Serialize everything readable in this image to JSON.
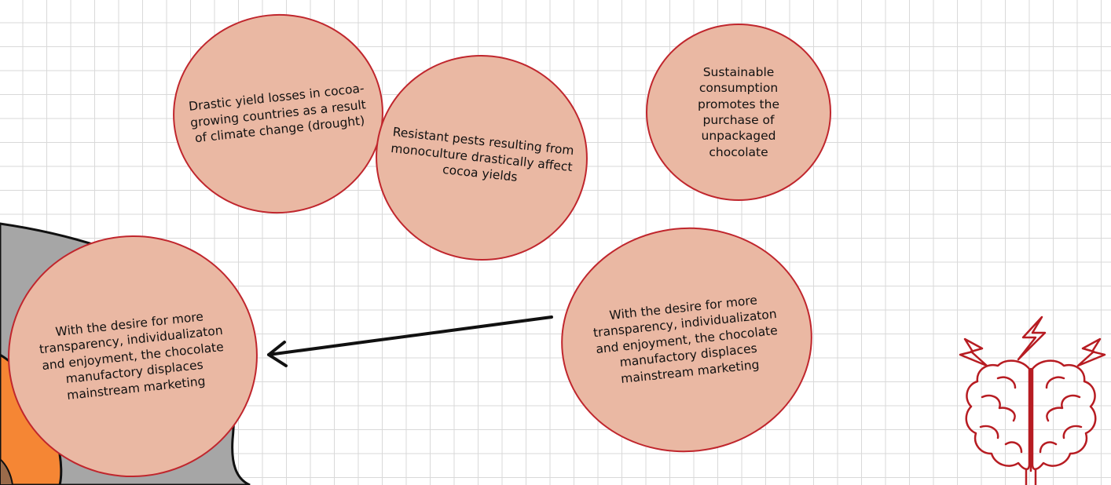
{
  "bubbles": {
    "yield_losses": "Drastic yield losses in cocoa-growing countries as a result of climate change (drought)",
    "pests": "Resistant pests resulting from monoculture drastically affect cocoa yields",
    "sustainable": "Sustainable consumption promotes the purchase of unpackaged chocolate",
    "transparency_left": "With the desire for more transparency, individualizaton and enjoyment, the chocolate manufactory displaces mainstream marketing",
    "transparency_right": "With the desire for more transparency, individualizaton and enjoyment, the chocolate manufactory displaces mainstream marketing"
  },
  "colors": {
    "bubble_fill": "#eab8a3",
    "bubble_stroke": "#c0262d",
    "grid": "#d9d9d9",
    "gray_shape": "#a6a6a6",
    "orange_shape": "#f58634",
    "brain": "#b71c22"
  },
  "icons": {
    "brain": "brain-icon"
  }
}
